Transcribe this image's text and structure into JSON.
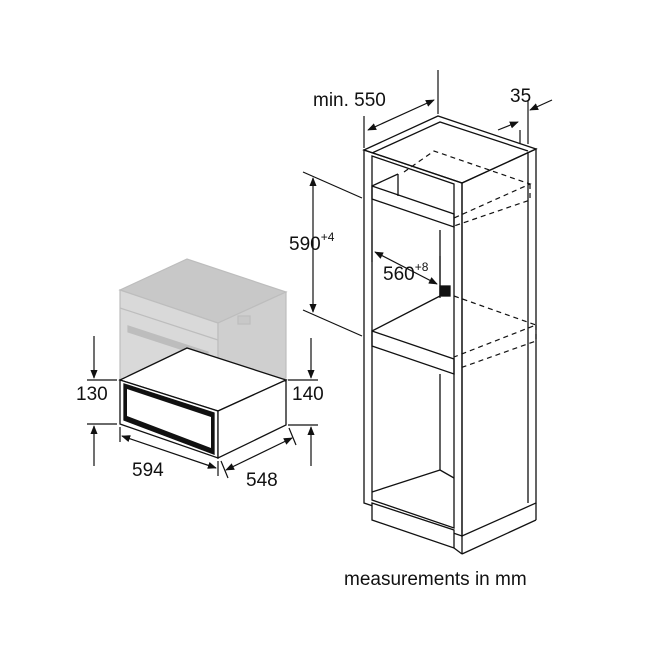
{
  "colors": {
    "line": "#111111",
    "ghost": "#bdbdbd",
    "ghost_fill": "#dcdcdc",
    "ghost_top": "#c8c8c8"
  },
  "dimensions": {
    "cabinet_depth_min": "min. 550",
    "cabinet_side_gap": "35",
    "niche_height_base": "590",
    "niche_height_tol": "+4",
    "niche_width_base": "560",
    "niche_width_tol": "+8",
    "drawer_height_front": "130",
    "drawer_height_back": "140",
    "drawer_width": "594",
    "drawer_depth": "548"
  },
  "caption": "measurements in mm"
}
